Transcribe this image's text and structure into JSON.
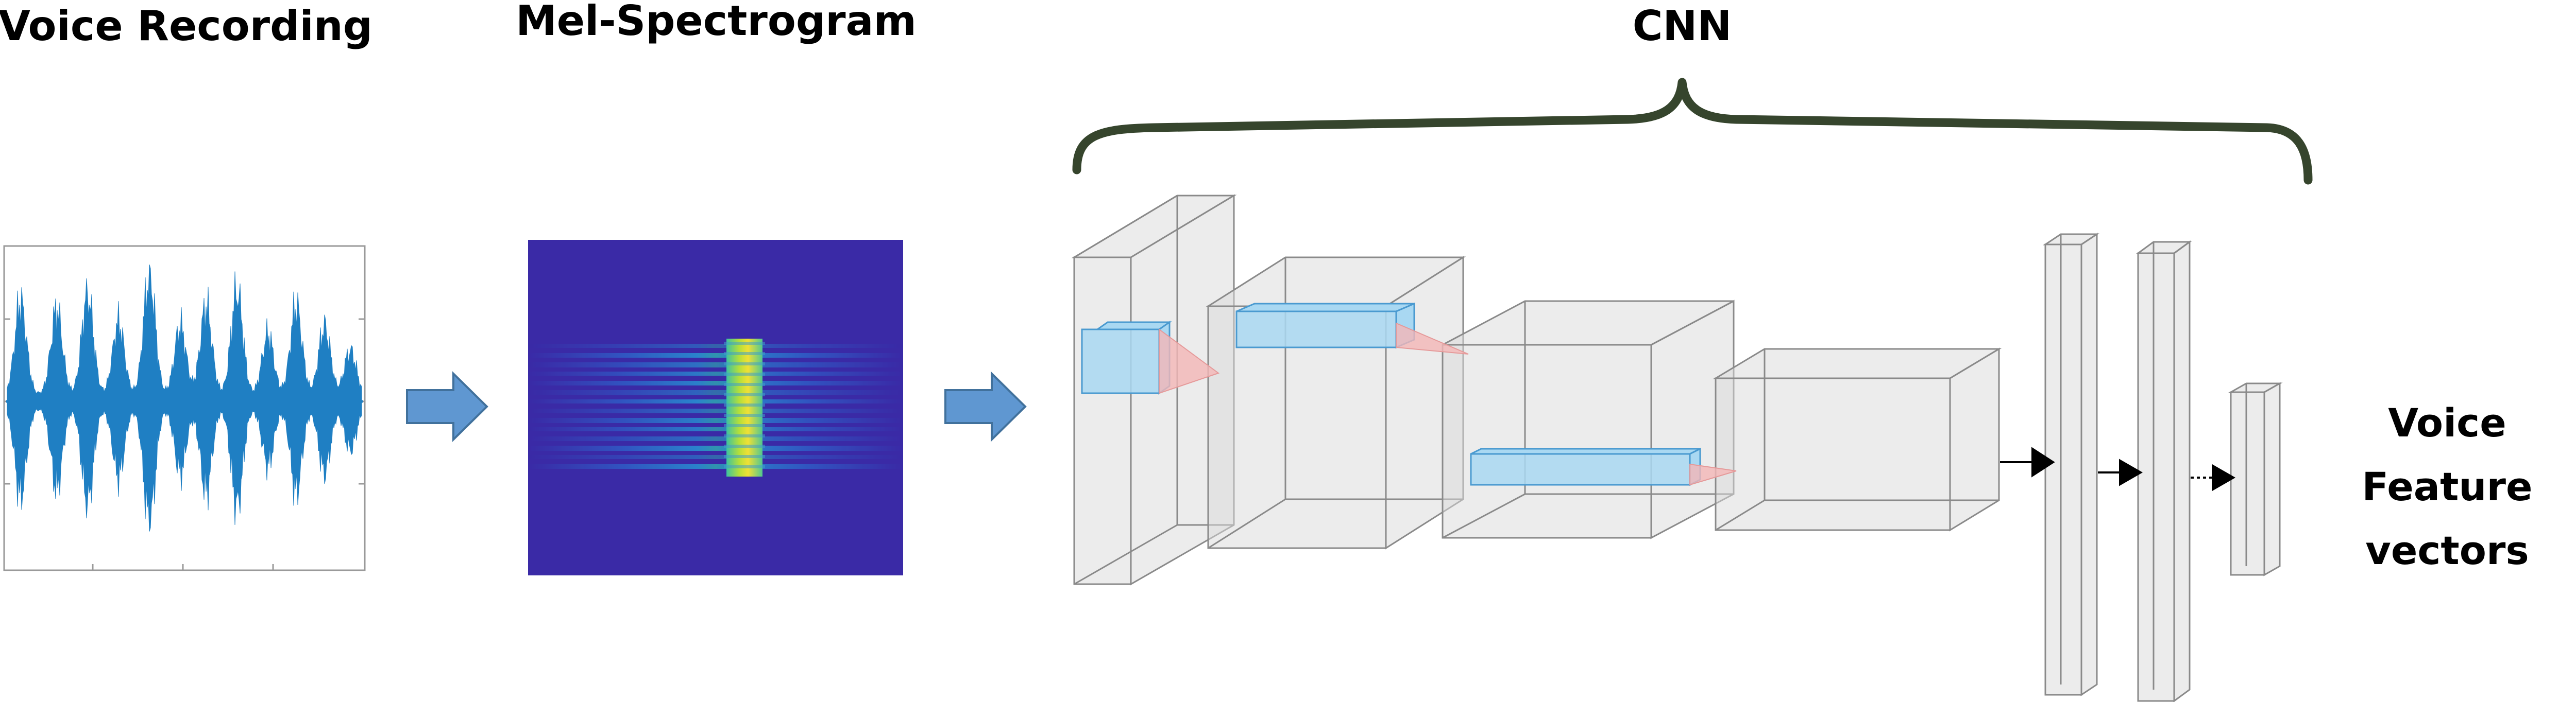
{
  "labels": {
    "voice_recording": "Voice Recording",
    "mel_spectrogram": "Mel-Spectrogram",
    "cnn": "CNN",
    "output_line1": "Voice",
    "output_line2": "Feature",
    "output_line3": "vectors"
  },
  "colors": {
    "waveform": "#1f7fc3",
    "arrow_fill": "#5f97d1",
    "arrow_stroke": "#41719c",
    "spectrogram_bg": "#3a2aa6",
    "brace": "#36452d",
    "layer_fill": "#d9d9d9",
    "layer_stroke": "#8a8a8a",
    "kernel_fill": "#a9d8f2",
    "kernel_stroke": "#4a9ad0",
    "pyramid_fill": "#f4b6b6"
  },
  "icons": [
    "right-arrow-icon",
    "curly-brace-icon",
    "small-arrow-icon"
  ]
}
